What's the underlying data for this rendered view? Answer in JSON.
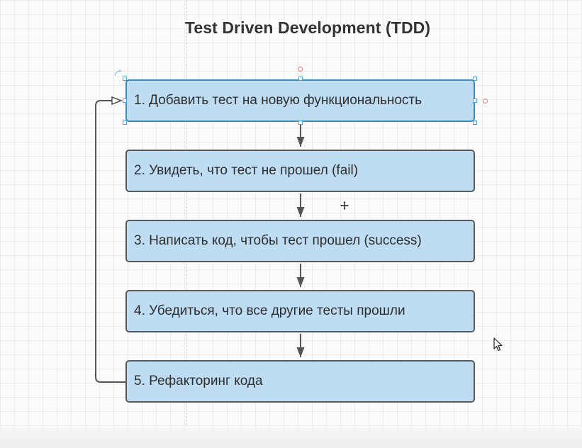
{
  "diagram": {
    "title": "Test Driven Development (TDD)",
    "steps": [
      "1. Добавить тест на новую функциональность",
      "2. Увидеть, что тест не прошел (fail)",
      "3. Написать код, чтобы тест прошел (success)",
      "4. Убедиться, что все другие тесты прошли",
      "5. Рефакторинг кода"
    ],
    "selected_step": 1,
    "loop": {
      "from_step": 5,
      "to_step": 1
    }
  },
  "colors": {
    "step_fill": "#bedcf2",
    "step_border": "#5a5a5a",
    "selection": "#4aa3df",
    "connector": "#555555"
  },
  "icons": {
    "move_cursor": "move-cursor-icon",
    "pointer_cursor": "mouse-pointer-icon",
    "rotate": "rotate-icon"
  }
}
